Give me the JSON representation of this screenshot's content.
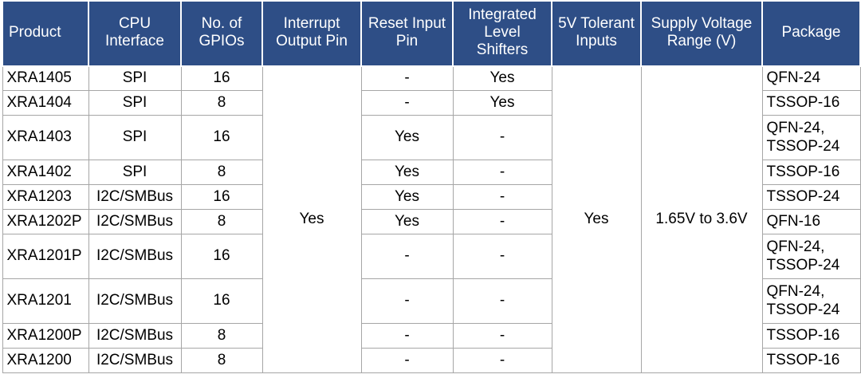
{
  "table": {
    "name": "product-selector-table",
    "headers": [
      "Product",
      "CPU Interface",
      "No. of GPIOs",
      "Interrupt Output Pin",
      "Reset Input Pin",
      "Integrated Level Shifters",
      "5V Tolerant Inputs",
      "Supply Voltage Range (V)",
      "Package"
    ],
    "merged_cells": {
      "interrupt_output_pin": "Yes",
      "tolerant_inputs_5v": "Yes",
      "supply_voltage_range": "1.65V to 3.6V"
    },
    "rows": [
      {
        "product": "XRA1405",
        "cpu_interface": "SPI",
        "gpios": "16",
        "reset_input_pin": "-",
        "level_shifters": "Yes",
        "package": "QFN-24",
        "tall": false
      },
      {
        "product": "XRA1404",
        "cpu_interface": "SPI",
        "gpios": "8",
        "reset_input_pin": "-",
        "level_shifters": "Yes",
        "package": "TSSOP-16",
        "tall": false
      },
      {
        "product": "XRA1403",
        "cpu_interface": "SPI",
        "gpios": "16",
        "reset_input_pin": "Yes",
        "level_shifters": "-",
        "package": "QFN-24,\nTSSOP-24",
        "tall": true
      },
      {
        "product": "XRA1402",
        "cpu_interface": "SPI",
        "gpios": "8",
        "reset_input_pin": "Yes",
        "level_shifters": "-",
        "package": "TSSOP-16",
        "tall": false
      },
      {
        "product": "XRA1203",
        "cpu_interface": "I2C/SMBus",
        "gpios": "16",
        "reset_input_pin": "Yes",
        "level_shifters": "-",
        "package": "TSSOP-24",
        "tall": false
      },
      {
        "product": "XRA1202P",
        "cpu_interface": "I2C/SMBus",
        "gpios": "8",
        "reset_input_pin": "Yes",
        "level_shifters": "-",
        "package": "QFN-16",
        "tall": false
      },
      {
        "product": "XRA1201P",
        "cpu_interface": "I2C/SMBus",
        "gpios": "16",
        "reset_input_pin": "-",
        "level_shifters": "-",
        "package": "QFN-24,\nTSSOP-24",
        "tall": true
      },
      {
        "product": "XRA1201",
        "cpu_interface": "I2C/SMBus",
        "gpios": "16",
        "reset_input_pin": "-",
        "level_shifters": "-",
        "package": "QFN-24,\nTSSOP-24",
        "tall": true
      },
      {
        "product": "XRA1200P",
        "cpu_interface": "I2C/SMBus",
        "gpios": "8",
        "reset_input_pin": "-",
        "level_shifters": "-",
        "package": "TSSOP-16",
        "tall": false
      },
      {
        "product": "XRA1200",
        "cpu_interface": "I2C/SMBus",
        "gpios": "8",
        "reset_input_pin": "-",
        "level_shifters": "-",
        "package": "TSSOP-16",
        "tall": false
      }
    ]
  },
  "colors": {
    "header_background": "#2E4E86",
    "header_text": "#FFFFFF",
    "grid_line": "#A6A6A6",
    "body_background": "#FFFFFF",
    "body_text": "#000000"
  }
}
